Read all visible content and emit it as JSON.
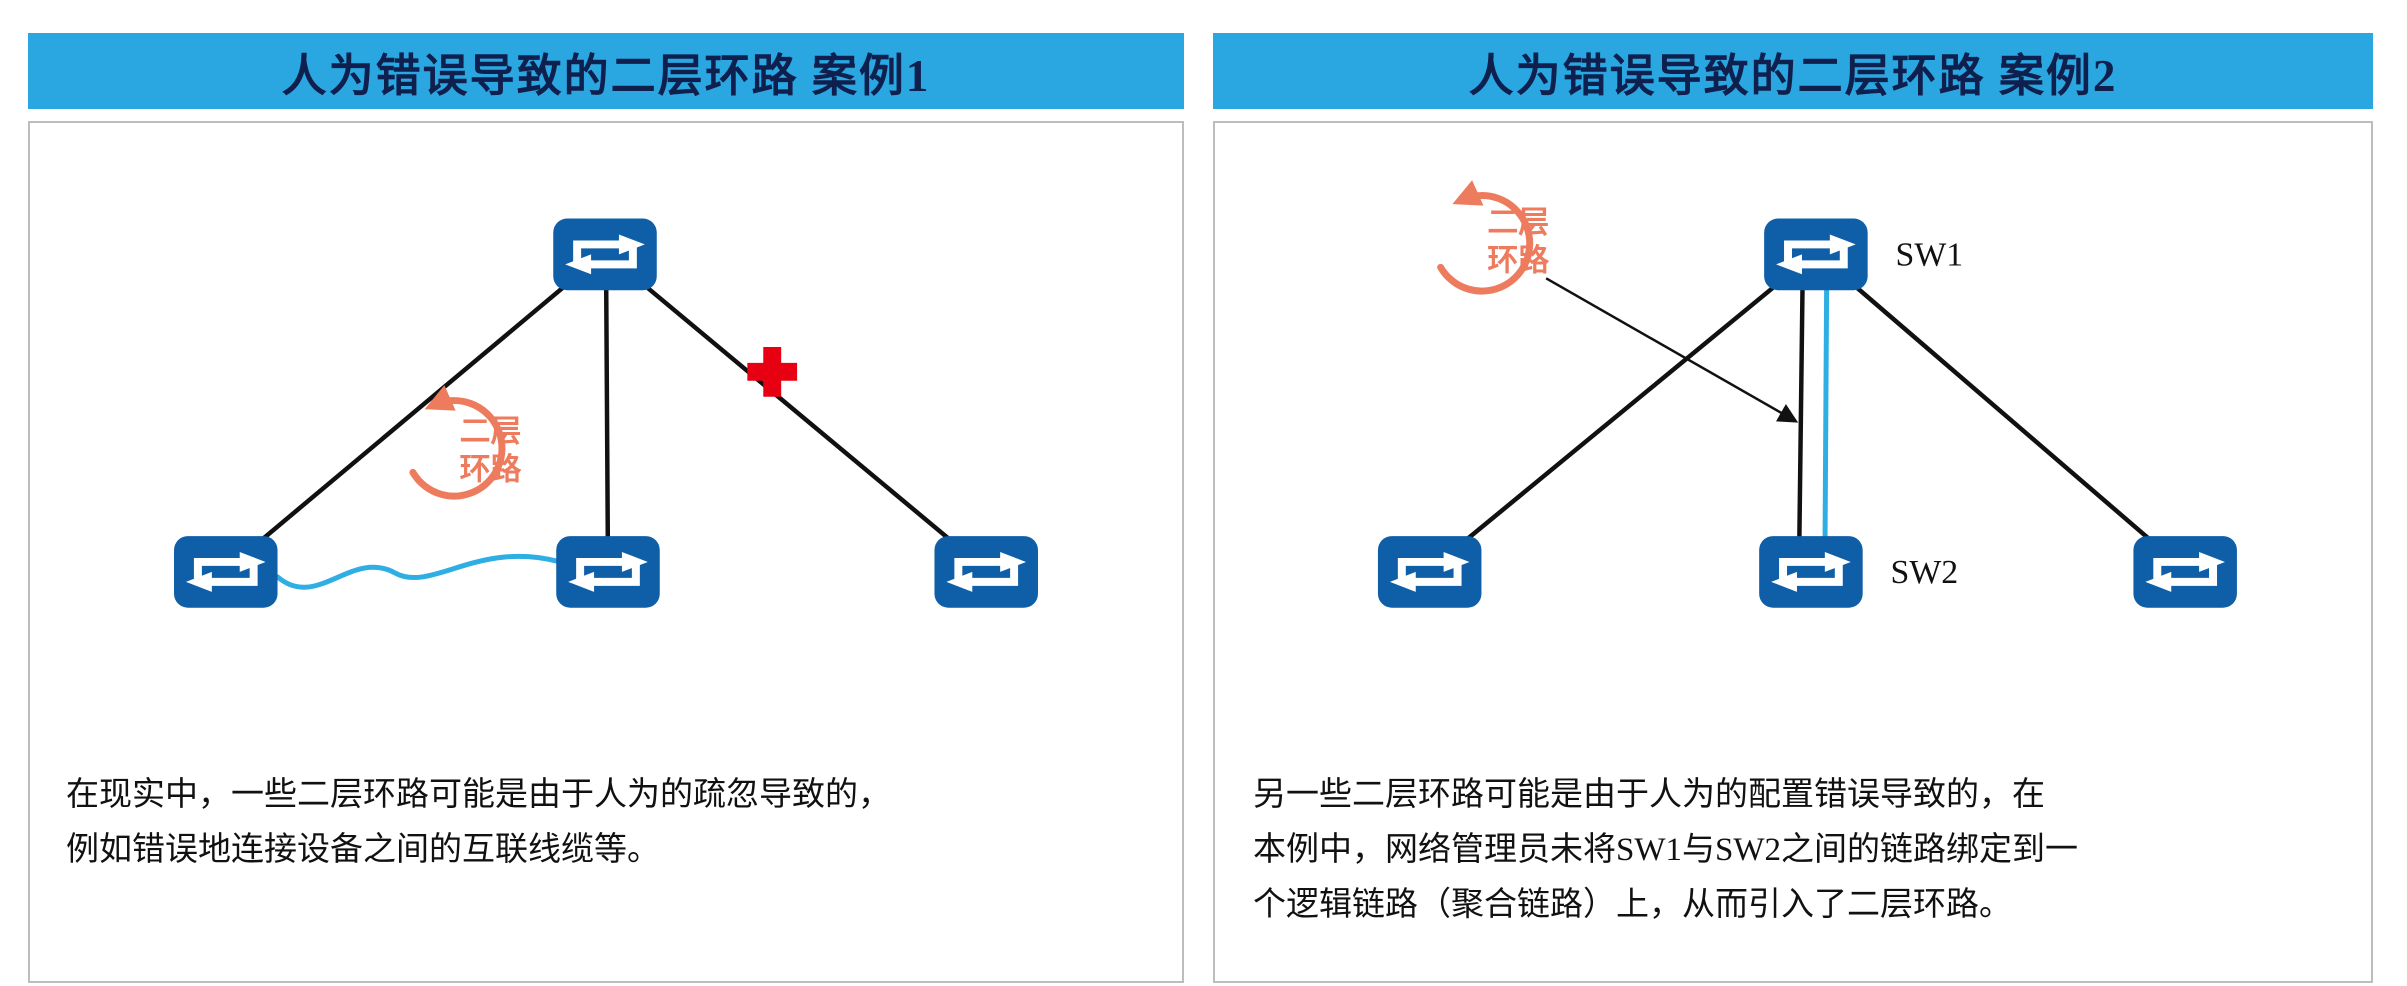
{
  "colors": {
    "header_bg": "#2AA7E0",
    "header_text": "#0f1f4e",
    "panel_border": "#BDBDBD",
    "switch_blue": "#0E5FA8",
    "line_black": "#111111",
    "loop_orange": "#ED7C5F",
    "cable_cyan": "#2FAEE3",
    "cross_red": "#E60012",
    "body_text": "#111111"
  },
  "icons": {
    "switch": "⇄",
    "loop_arrow": "↻",
    "error_cross": "✚",
    "annotation_arrow": "→"
  },
  "panel1": {
    "title": "人为错误导致的二层环路 案例1",
    "loop_label_line1": "二层",
    "loop_label_line2": "环路",
    "description_lines": [
      "在现实中，一些二层环路可能是由于人为的疏忽导致的，",
      "例如错误地连接设备之间的互联线缆等。"
    ]
  },
  "panel2": {
    "title": "人为错误导致的二层环路 案例2",
    "loop_label_line1": "二层",
    "loop_label_line2": "环路",
    "sw1_label": "SW1",
    "sw2_label": "SW2",
    "description_lines": [
      "另一些二层环路可能是由于人为的配置错误导致的，在",
      "本例中，网络管理员未将SW1与SW2之间的链路绑定到一",
      "个逻辑链路（聚合链路）上，从而引入了二层环路。"
    ]
  }
}
